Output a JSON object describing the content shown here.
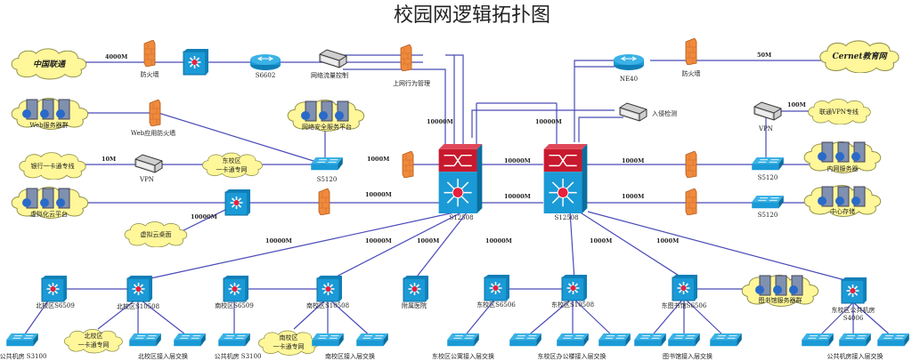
{
  "title": "校园网逻辑拓扑图",
  "colors": {
    "link": "#4a4ab8",
    "cloud": "#fff79a",
    "switch": "#1a9ad6",
    "core_top": "#c8192e",
    "firewall": "#f08a3c"
  },
  "clouds": {
    "unicom": "中国联通",
    "cernet": "Cernet教育网",
    "web": "Web服务器群",
    "security": "网络安全服务平台",
    "bank": "银行一卡通专线",
    "east_card_1": "东校区",
    "east_card_2": "一卡通专网",
    "virt": "虚拟化云平台",
    "vdesk": "虚拟云桌面",
    "unicom_vpn": "联通VPN专线",
    "intranet": "内网服务器",
    "storage": "中心存储",
    "north_card_1": "北校区",
    "north_card_2": "一卡通专网",
    "south_card_1": "南校区",
    "south_card_2": "一卡通专网",
    "library": "图书馆服务器群"
  },
  "devices": {
    "fw1": "防火墙",
    "s6602": "S6602",
    "flow": "网络流量控制",
    "behavior": "上网行为管理",
    "ne40": "NE40",
    "fw2": "防火墙",
    "ids": "入侵检测",
    "vpn_r": "VPN",
    "webfw": "Web应用防火墙",
    "vpn_l": "VPN",
    "s5120_l": "S5120",
    "core1": "S12508",
    "core2": "S12508",
    "s5120_r1": "S5120",
    "s5120_r2": "S5120",
    "n6509": "北校区S6509",
    "n10508": "北校区S10508",
    "s6509": "南校区S6509",
    "s10508": "南校区S10508",
    "hospital": "附属医院",
    "e6506": "东校区S6506",
    "e10508": "东校区S10508",
    "lib6506": "东图书馆S6506",
    "e4006_1": "东校区公共机房",
    "e4006_2": "S4006"
  },
  "access_labels": {
    "n_public": "公共机房 S3100",
    "n_access": "北校区接入层交换",
    "s_public": "公共机房 S3100",
    "s_access": "南校区接入层交换",
    "e_dorm": "东校区公寓接入层交换",
    "e_office": "东校区办公楼接入层交换",
    "lib_access": "图书馆接入层交换",
    "pub_access": "公共机房接入层交换"
  },
  "bandwidth": {
    "unicom": "4000M",
    "cernet": "50M",
    "bank": "10M",
    "unicom_vpn": "100M",
    "s5120_core": "1000M",
    "virt_core": "10000M",
    "vdesk": "10000M",
    "uplink_left": "10000M",
    "uplink_mid": "10000M",
    "core_core_top": "10000M",
    "core_core_bot": "10000M",
    "core_r_top": "1000M",
    "core_r_bot": "1000M",
    "north": "10000M",
    "south": "10000M",
    "hospital": "1000M",
    "east": "10000M",
    "library": "1000M",
    "public": "1000M"
  }
}
